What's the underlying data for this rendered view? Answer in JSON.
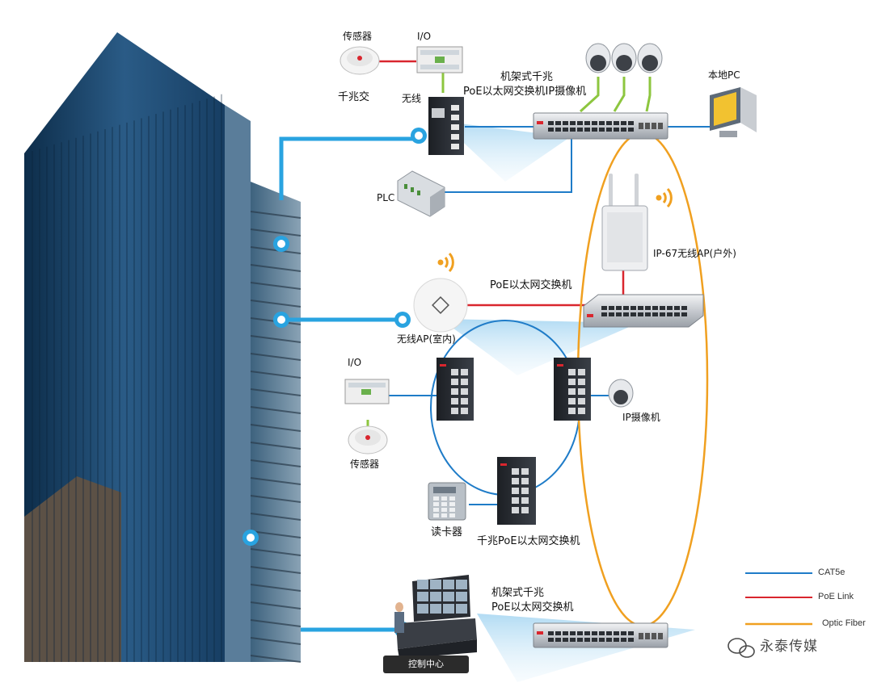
{
  "labels": {
    "sensor_top": "传感器",
    "io_top": "I/O",
    "gigabit_top": "千兆交",
    "wireless_top": "无线",
    "rack_top_line1": "机架式千兆",
    "rack_top_line2": "PoE以太网交换机IP摄像机",
    "local_pc": "本地PC",
    "plc": "PLC",
    "ap_outdoor": "IP-67无线AP(户外)",
    "poe_switch_mid": "PoE以太网交换机",
    "ap_indoor": "无线AP(室内)",
    "io_mid": "I/O",
    "sensor_mid": "传感器",
    "ip_camera": "IP摄像机",
    "card_reader": "读卡器",
    "gigabit_poe_switch": "千兆PoE以太网交换机",
    "rack_bottom_line1": "机架式千兆",
    "rack_bottom_line2": "PoE以太网交换机",
    "control_center": "控制中心"
  },
  "legend": [
    {
      "label": "CAT5e",
      "color": "#1f7cc8"
    },
    {
      "label": "PoE Link",
      "color": "#d9262e"
    },
    {
      "label": "Optic Fiber",
      "color": "#f0a020"
    }
  ],
  "watermark": "永泰传媒",
  "colors": {
    "building_link": "#29a3e0",
    "cat5e": "#1f7cc8",
    "poe_link": "#d9262e",
    "fiber": "#f0a020",
    "camera_link": "#8dc63f"
  },
  "icons": [
    "smoke-sensor-icon",
    "io-module-icon",
    "din-switch-icon",
    "rack-switch-icon",
    "ptz-camera-icon",
    "pc-icon",
    "plc-icon",
    "wireless-ap-icon",
    "wifi-signal-icon",
    "dome-camera-icon",
    "card-reader-icon",
    "control-room-icon",
    "wechat-icon"
  ]
}
